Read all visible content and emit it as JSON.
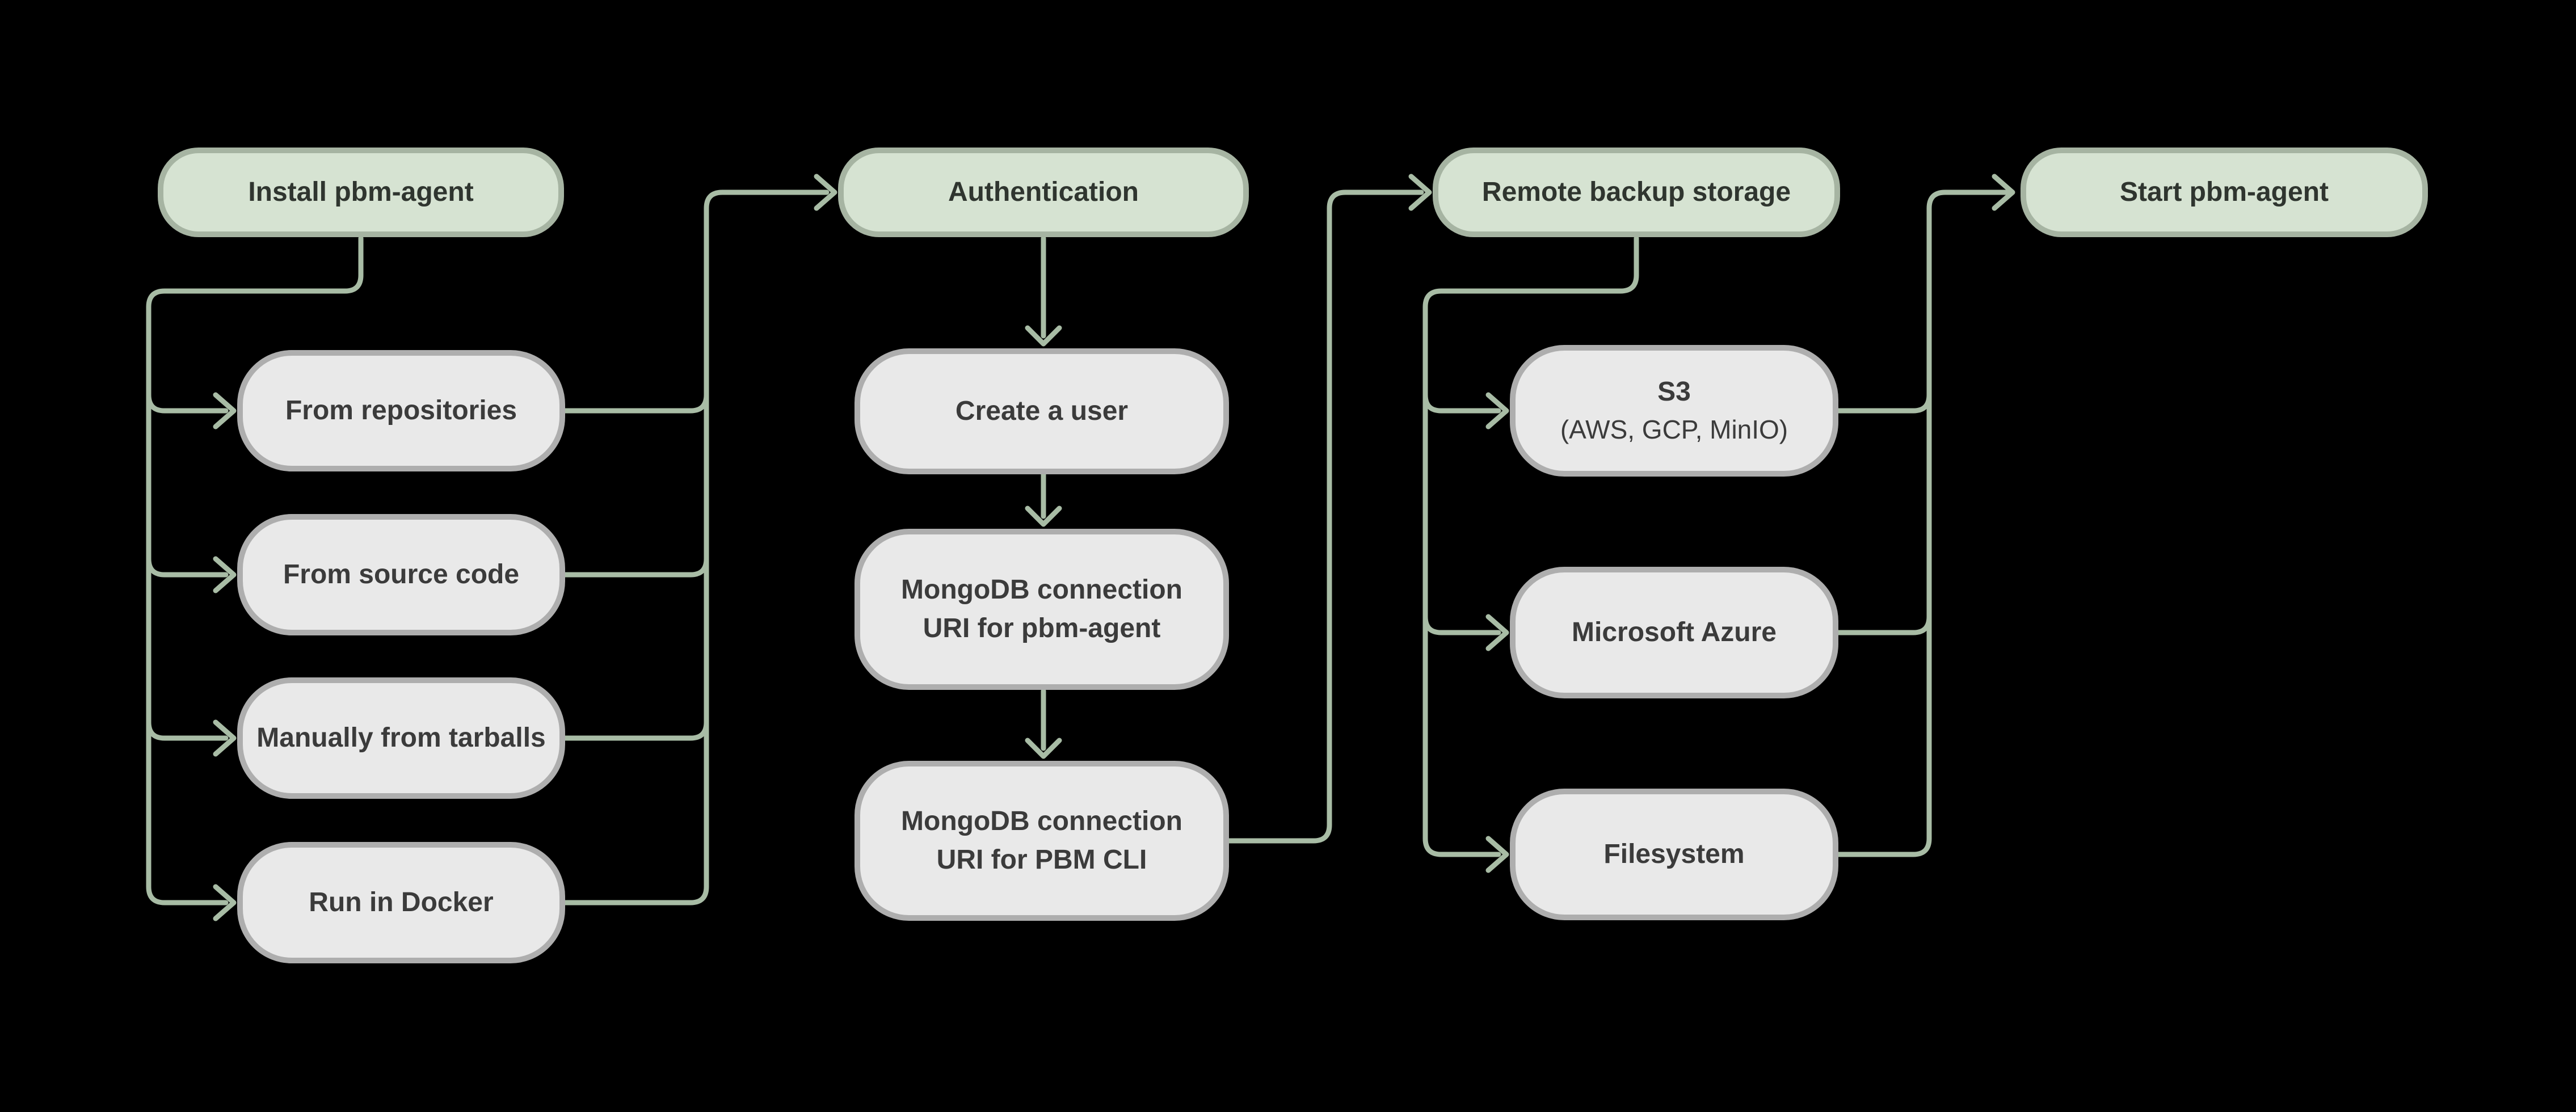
{
  "diagram": {
    "background": "#000000",
    "colors": {
      "stage_fill": "#d6e3d2",
      "stage_border": "#a6b4a2",
      "step_fill": "#e9e9e9",
      "step_border": "#aeaeae",
      "connector": "#a8bca5",
      "stage_text": "#2f352f",
      "step_text": "#3b3b3b"
    },
    "stages": {
      "install": {
        "label": "Install pbm-agent"
      },
      "auth": {
        "label": "Authentication"
      },
      "storage": {
        "label": "Remote backup storage"
      },
      "start": {
        "label": "Start pbm-agent"
      }
    },
    "steps": {
      "repos": {
        "label": "From repositories"
      },
      "source": {
        "label": "From source code"
      },
      "tarballs": {
        "label": "Manually from tarballs"
      },
      "docker": {
        "label": "Run in Docker"
      },
      "create_user": {
        "label": "Create a user"
      },
      "uri_agent": {
        "label": "MongoDB connection URI for pbm-agent"
      },
      "uri_cli": {
        "label": "MongoDB connection URI for PBM CLI"
      },
      "s3": {
        "line1": "S3",
        "line2": "(AWS, GCP, MinIO)"
      },
      "azure": {
        "label": "Microsoft Azure"
      },
      "filesystem": {
        "label": "Filesystem"
      }
    },
    "edges": [
      {
        "from": "install",
        "to": "repos"
      },
      {
        "from": "install",
        "to": "source"
      },
      {
        "from": "install",
        "to": "tarballs"
      },
      {
        "from": "install",
        "to": "docker"
      },
      {
        "from": "repos",
        "to": "auth"
      },
      {
        "from": "source",
        "to": "auth"
      },
      {
        "from": "tarballs",
        "to": "auth"
      },
      {
        "from": "docker",
        "to": "auth"
      },
      {
        "from": "auth",
        "to": "create_user"
      },
      {
        "from": "create_user",
        "to": "uri_agent"
      },
      {
        "from": "uri_agent",
        "to": "uri_cli"
      },
      {
        "from": "uri_cli",
        "to": "storage"
      },
      {
        "from": "storage",
        "to": "s3"
      },
      {
        "from": "storage",
        "to": "azure"
      },
      {
        "from": "storage",
        "to": "filesystem"
      },
      {
        "from": "s3",
        "to": "start"
      },
      {
        "from": "azure",
        "to": "start"
      },
      {
        "from": "filesystem",
        "to": "start"
      }
    ]
  }
}
